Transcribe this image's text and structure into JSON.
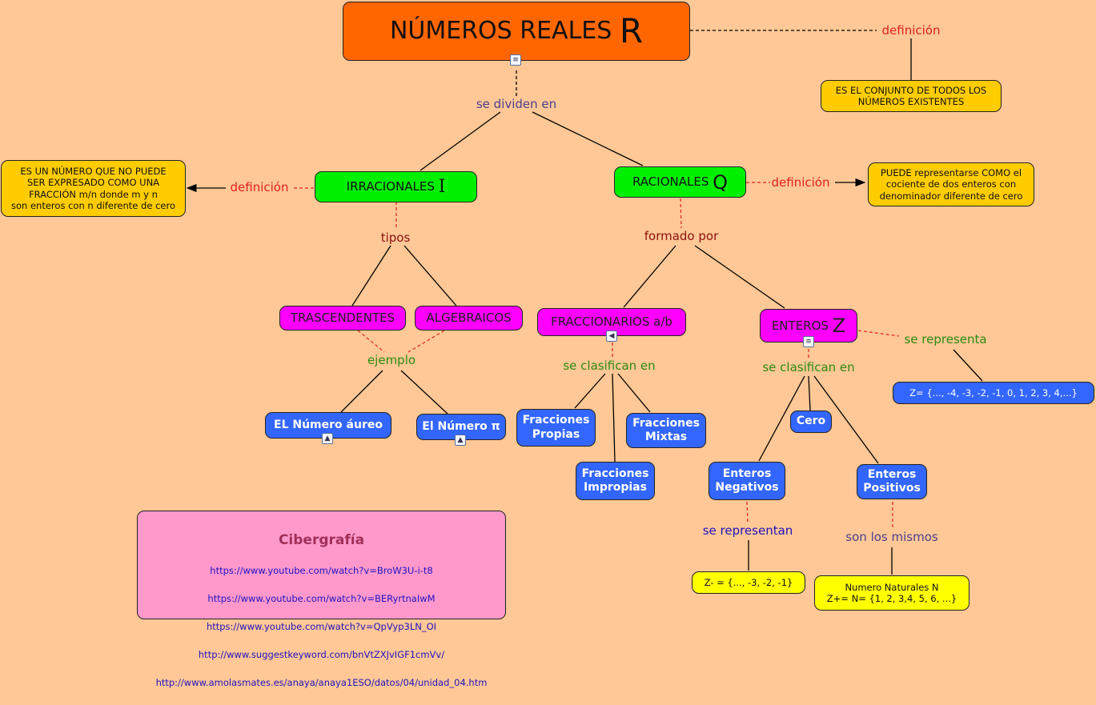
{
  "title": {
    "main": "NÚMEROS REALES",
    "symbol": "R"
  },
  "link_labels": {
    "se_dividen_en": "se dividen en",
    "definicion_reales": "definición",
    "definicion_irracionales": "definición",
    "definicion_racionales": "definición",
    "tipos": "tipos",
    "formado_por": "formado por",
    "ejemplo": "ejemplo",
    "se_clasifican_fracc": "se clasifican en",
    "se_clasifican_enteros": "se clasifican en",
    "se_representa": "se representa",
    "se_representan": "se representan",
    "son_los_mismos": "son los mismos"
  },
  "definitions": {
    "reales": "ES EL CONJUNTO DE TODOS LOS\nNÚMEROS EXISTENTES",
    "irracionales": "ES UN NÚMERO QUE NO PUEDE\nSER EXPRESADO COMO UNA\nFRACCIÓN m/n donde m y n\nson enteros con n diferente de cero",
    "racionales": "PUEDE representarse COMO el\ncociente de dos enteros con\ndenominador  diferente de cero"
  },
  "concepts": {
    "irracionales": {
      "label": "IRRACIONALES",
      "symbol": "I"
    },
    "racionales": {
      "label": "RACIONALES",
      "symbol": "Q"
    },
    "trascendentes": "TRASCENDENTES",
    "algebraicos": "ALGEBRAICOS",
    "fraccionarios": "FRACCIONARIOS a/b",
    "enteros": {
      "label": "ENTEROS",
      "symbol": "Z"
    },
    "numero_aureo": "EL Número áureo",
    "numero_pi": "El Número π",
    "fracciones_propias": "Fracciones\nPropias",
    "fracciones_impropias": "Fracciones\nImpropias",
    "fracciones_mixtas": "Fracciones\nMixtas",
    "cero": "Cero",
    "enteros_negativos": "Enteros\nNegativos",
    "enteros_positivos": "Enteros\nPositivos",
    "z_set": "Z= {..., -4, -3, -2, -1, 0, 1, 2, 3, 4,...}",
    "z_minus": "Z- = {..., -3, -2, -1}",
    "naturales": "Numero Naturales N\nZ+= N= {1, 2, 3,4, 5, 6, ...}"
  },
  "cibergrafia": {
    "title": "Cibergrafía",
    "links": [
      "https://www.youtube.com/watch?v=BroW3U-i-t8",
      "https://www.youtube.com/watch?v=BERyrtnaIwM",
      "https://www.youtube.com/watch?v=QpVyp3LN_OI",
      "http://www.suggestkeyword.com/bnVtZXJvIGF1cmVv/",
      "http://www.amolasmates.es/anaya/anaya1ESO/datos/04/unidad_04.htm"
    ]
  },
  "icons": {
    "document": "document-icon",
    "image": "image-icon",
    "audio": "audio-icon"
  },
  "colors": {
    "background": "#FFC896",
    "root": "#FF6600",
    "level1": "#00F000",
    "level2": "#FF00FF",
    "leaf": "#3366FF",
    "definition": "#FFCC00",
    "set": "#FFFF00",
    "references": "#FF99CC"
  }
}
